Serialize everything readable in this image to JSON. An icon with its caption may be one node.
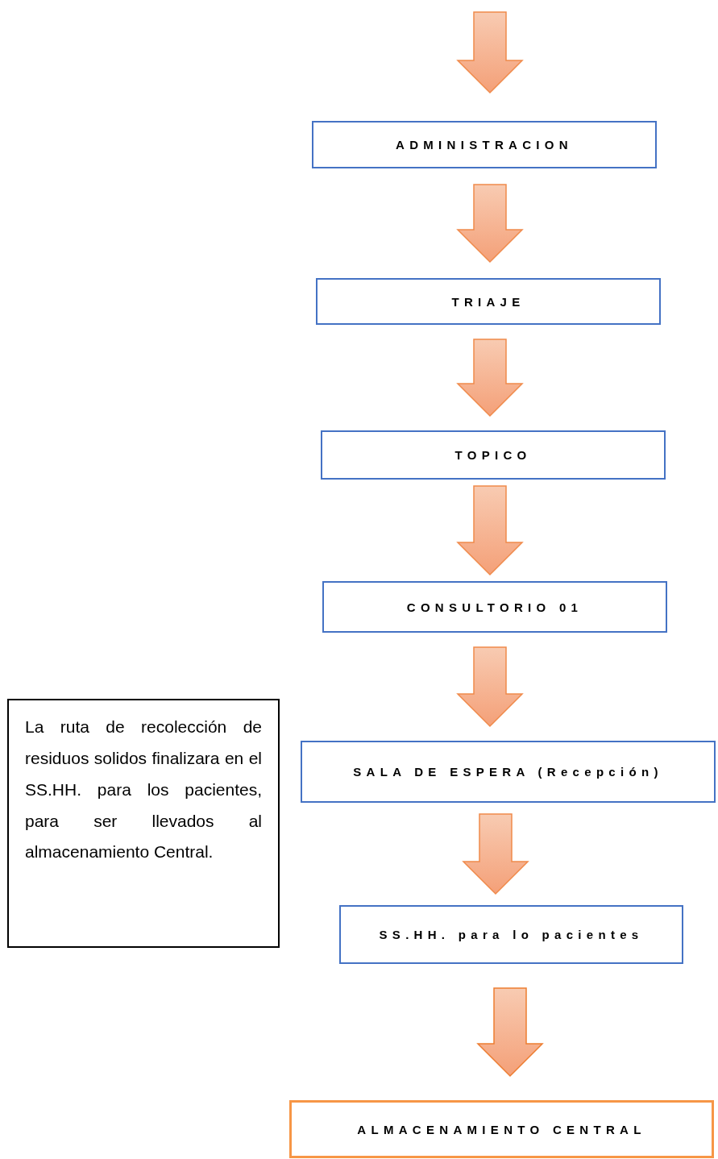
{
  "diagram": {
    "nodes": [
      {
        "text": [
          "ADMINISTRACION"
        ]
      },
      {
        "text": [
          "TRIAJE"
        ]
      },
      {
        "text": [
          "TOPICO"
        ]
      },
      {
        "text": [
          "CONSULTORIO 01"
        ]
      },
      {
        "text": [
          "SALA DE ESPERA (Recepción)"
        ]
      },
      {
        "text": [
          "SS.HH. para lo pacientes"
        ]
      },
      {
        "text": [
          "ALMACENAMIENTO CENTRAL"
        ]
      },
      {
        "text": [
          "La ruta de recolección de residuos solidos finalizara en el SS.HH. para los pacientes, para ser llevados al almacenamiento Central."
        ]
      }
    ],
    "edges": [
      {
        "from": null,
        "to": 0,
        "arrow": "to"
      },
      {
        "from": 0,
        "to": 1,
        "arrow": "to"
      },
      {
        "from": 1,
        "to": 2,
        "arrow": "to"
      },
      {
        "from": 2,
        "to": 3,
        "arrow": "to"
      },
      {
        "from": 3,
        "to": 4,
        "arrow": "to"
      },
      {
        "from": 4,
        "to": 5,
        "arrow": "to"
      },
      {
        "from": 5,
        "to": 6,
        "arrow": "to",
        "color": "#ed7d31"
      }
    ]
  }
}
